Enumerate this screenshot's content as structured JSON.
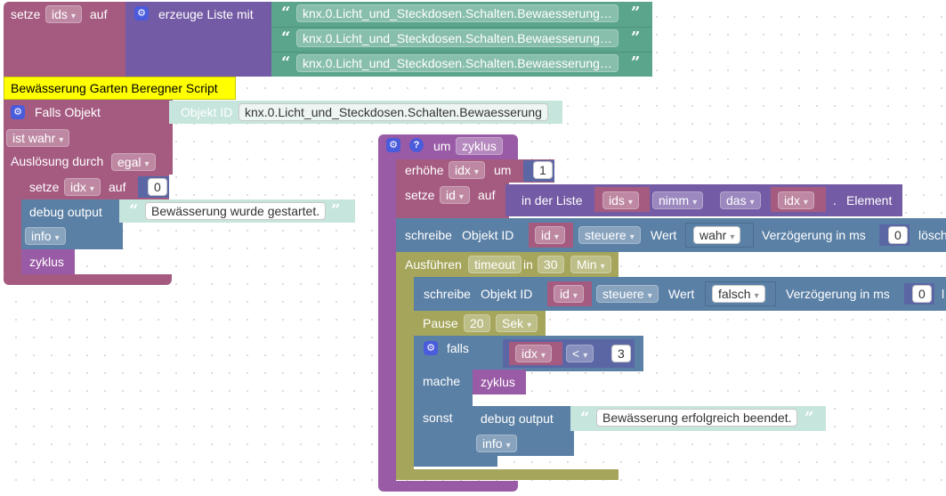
{
  "colors": {
    "variables": "#a55b80",
    "lists": "#745ba5",
    "text": "#5ba58c",
    "logic": "#5b80a5",
    "math": "#5b67a5",
    "timeouts": "#a5a55b",
    "procedures": "#995ba5",
    "comment": "#ffff00"
  },
  "icons": {
    "gear": "gear-icon",
    "help": "help-icon"
  },
  "setBlock": {
    "kw_set": "setze",
    "var": "ids",
    "kw_to": "auf"
  },
  "createList": {
    "label": "erzeuge Liste mit",
    "items": [
      "knx.0.Licht_und_Steckdosen.Schalten.Bewaesserung…",
      "knx.0.Licht_und_Steckdosen.Schalten.Bewaesserung…",
      "knx.0.Licht_und_Steckdosen.Schalten.Bewaesserung…"
    ]
  },
  "comment": {
    "text": "Bewässerung Garten Beregner Script"
  },
  "trigger": {
    "label": "Falls Objekt",
    "objid_label": "Objekt ID",
    "objid_value": "knx.0.Licht_und_Steckdosen.Schalten.Bewaesserung",
    "cond": "ist wahr",
    "trigger_label": "Auslösung durch",
    "trigger_value": "egal"
  },
  "triggerBody": {
    "set_kw": "setze",
    "set_var": "idx",
    "set_to": "auf",
    "set_value": "0",
    "debug_label": "debug output",
    "debug_text": "Bewässerung wurde gestartet.",
    "debug_level": "info",
    "call": "zyklus"
  },
  "proc": {
    "kw": "um",
    "name": "zyklus",
    "inc": {
      "kw": "erhöhe",
      "var": "idx",
      "kw_by": "um",
      "value": "1"
    },
    "setid": {
      "kw": "setze",
      "var": "id",
      "kw_to": "auf",
      "list_label": "in der Liste",
      "list_var": "ids",
      "mode": "nimm",
      "which": "das",
      "idx_var": "idx",
      "dot": ".",
      "element": "Element"
    },
    "write1": {
      "label": "schreibe",
      "objid": "Objekt ID",
      "var": "id",
      "mode": "steuere",
      "value_label": "Wert",
      "value": "wahr",
      "delay_label": "Verzögerung in ms",
      "delay": "0",
      "clear": "lösch"
    },
    "timeout": {
      "label": "Ausführen",
      "name": "timeout",
      "in": "in",
      "value": "30",
      "unit": "Min"
    },
    "write2": {
      "label": "schreibe",
      "objid": "Objekt ID",
      "var": "id",
      "mode": "steuere",
      "value_label": "Wert",
      "value": "falsch",
      "delay_label": "Verzögerung in ms",
      "delay": "0",
      "clear": "l"
    },
    "pause": {
      "label": "Pause",
      "value": "20",
      "unit": "Sek"
    },
    "ifblock": {
      "label": "falls",
      "left": "idx",
      "op": "<",
      "right": "3",
      "do": "mache",
      "do_call": "zyklus",
      "else": "sonst",
      "debug_label": "debug output",
      "debug_text": "Bewässerung erfolgreich beendet.",
      "debug_level": "info"
    }
  }
}
